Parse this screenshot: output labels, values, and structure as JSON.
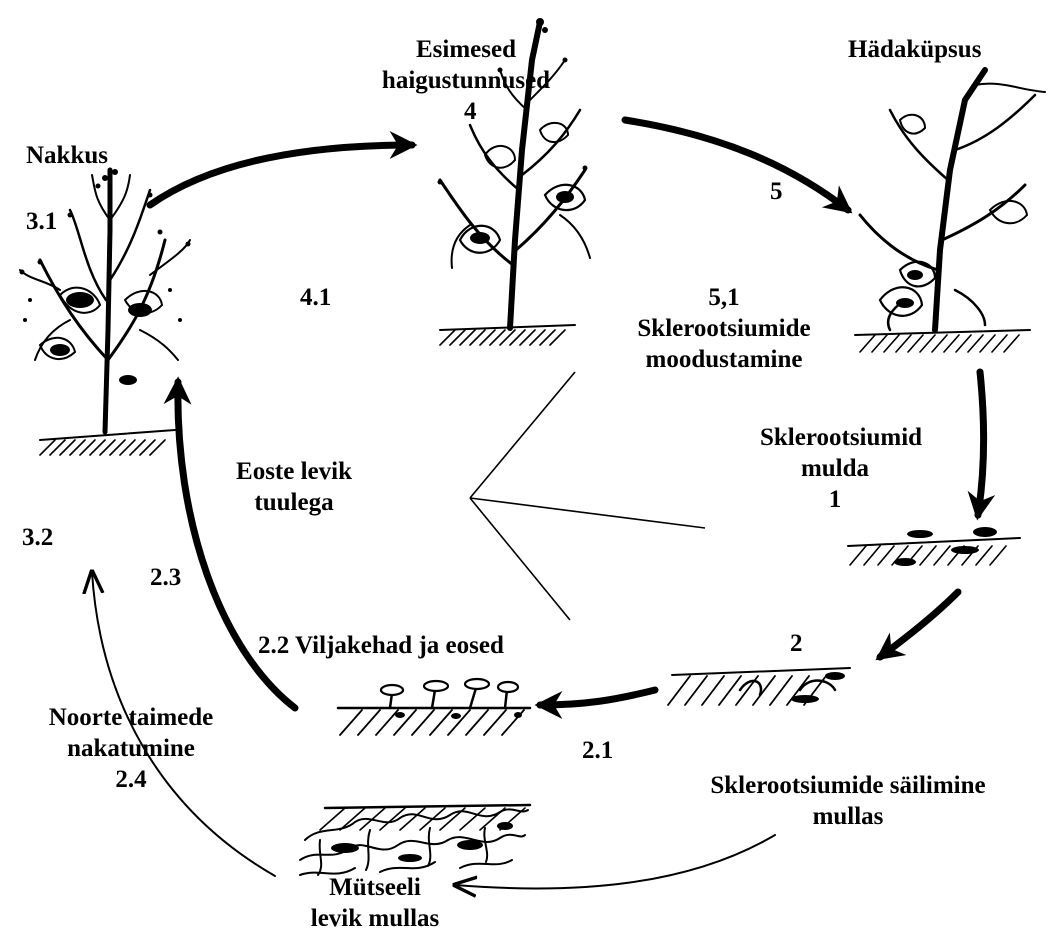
{
  "labels": {
    "nakkus": "Nakkus",
    "esimesed_1": "Esimesed",
    "esimesed_2": "haigustunnused",
    "hadakupsus": "Hädaküpsus",
    "n3_1": "3.1",
    "n4": "4",
    "n4_1": "4.1",
    "n5": "5",
    "n5_1": "5,1",
    "skl_mood_1": "Sklerootsiumide",
    "skl_mood_2": "moodustamine",
    "skl_mulda_1": "Sklerootsiumid",
    "skl_mulda_2": "mulda",
    "n1": "1",
    "eoste_1": "Eoste levik",
    "eoste_2": "tuulega",
    "n3_2": "3.2",
    "n2_3": "2.3",
    "n2_2": "2.2 Viljakehad ja eosed",
    "n2": "2",
    "n2_1": "2.1",
    "noorte_1": "Noorte taimede",
    "noorte_2": "nakatumine",
    "n2_4": "2.4",
    "sailimine_1": "Sklerootsiumide säilimine",
    "sailimine_2": "mullas",
    "mytseeli_1": "Mütseeli",
    "mytseeli_2": "levik mullas"
  },
  "icons": [
    "infected-plant-icon",
    "diseased-plant-icon",
    "mature-plant-icon",
    "sclerotia-in-soil-icon",
    "fruiting-bodies-icon",
    "mycelium-soil-icon"
  ],
  "colors": {
    "ink": "#000000",
    "background": "#ffffff"
  }
}
